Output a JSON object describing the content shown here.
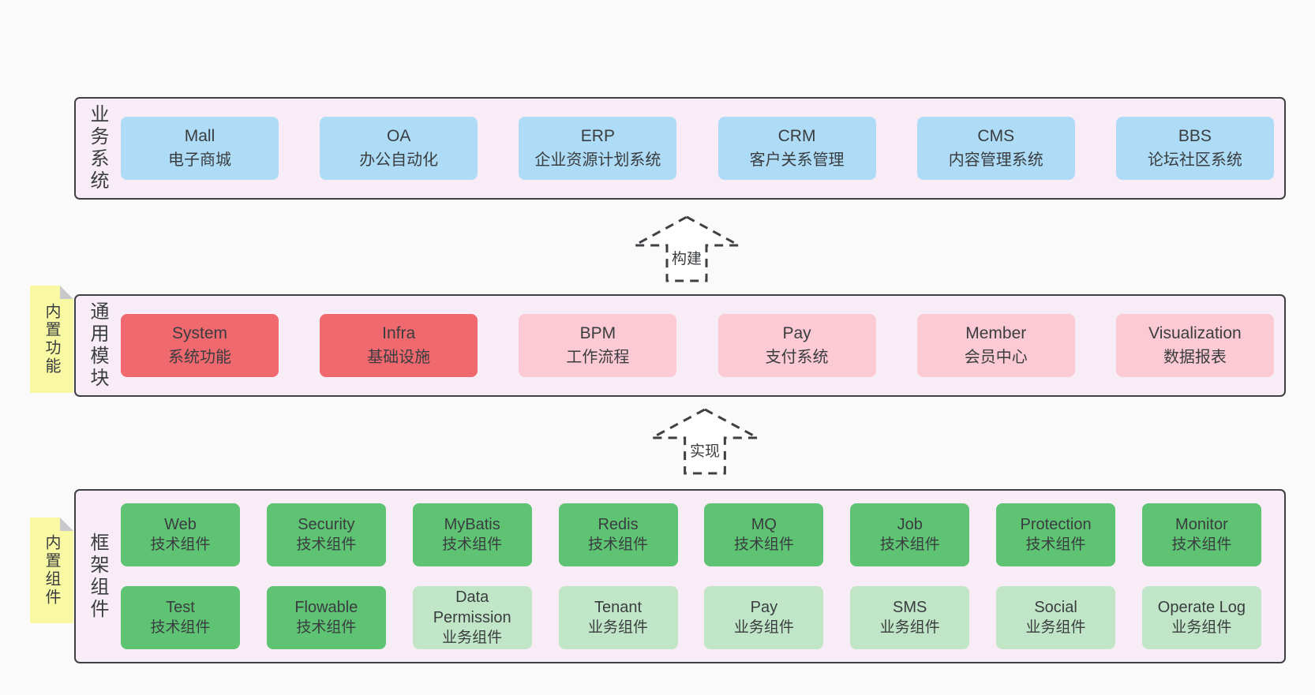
{
  "diagram": {
    "colors": {
      "container_bg": "#f8edf6",
      "line": "#3e4043",
      "text": "#3a3d40",
      "blue": "#aedcf6",
      "red": "#f0696f",
      "pink": "#fccad5",
      "green": "#5ec373",
      "light_green": "#c1e6c7",
      "yellow": "#f8f9a2",
      "fold": "#c9c9cd",
      "arrow_fill": "#ffffff"
    },
    "layers": [
      {
        "key": "business-systems",
        "side_label": "业务系统",
        "sticky_note": null,
        "rows": [
          [
            {
              "title": "Mall",
              "subtitle": "电子商城",
              "variant": "blue"
            },
            {
              "title": "OA",
              "subtitle": "办公自动化",
              "variant": "blue"
            },
            {
              "title": "ERP",
              "subtitle": "企业资源计划系统",
              "variant": "blue"
            },
            {
              "title": "CRM",
              "subtitle": "客户关系管理",
              "variant": "blue"
            },
            {
              "title": "CMS",
              "subtitle": "内容管理系统",
              "variant": "blue"
            },
            {
              "title": "BBS",
              "subtitle": "论坛社区系统",
              "variant": "blue"
            }
          ]
        ]
      },
      {
        "key": "common-modules",
        "side_label": "通用模块",
        "sticky_note": "内置功能",
        "rows": [
          [
            {
              "title": "System",
              "subtitle": "系统功能",
              "variant": "red"
            },
            {
              "title": "Infra",
              "subtitle": "基础设施",
              "variant": "red"
            },
            {
              "title": "BPM",
              "subtitle": "工作流程",
              "variant": "pink"
            },
            {
              "title": "Pay",
              "subtitle": "支付系统",
              "variant": "pink"
            },
            {
              "title": "Member",
              "subtitle": "会员中心",
              "variant": "pink"
            },
            {
              "title": "Visualization",
              "subtitle": "数据报表",
              "variant": "pink"
            }
          ]
        ]
      },
      {
        "key": "framework-components",
        "side_label": "框架组件",
        "sticky_note": "内置组件",
        "rows": [
          [
            {
              "title": "Web",
              "subtitle": "技术组件",
              "variant": "green"
            },
            {
              "title": "Security",
              "subtitle": "技术组件",
              "variant": "green"
            },
            {
              "title": "MyBatis",
              "subtitle": "技术组件",
              "variant": "green"
            },
            {
              "title": "Redis",
              "subtitle": "技术组件",
              "variant": "green"
            },
            {
              "title": "MQ",
              "subtitle": "技术组件",
              "variant": "green"
            },
            {
              "title": "Job",
              "subtitle": "技术组件",
              "variant": "green"
            },
            {
              "title": "Protection",
              "subtitle": "技术组件",
              "variant": "green"
            },
            {
              "title": "Monitor",
              "subtitle": "技术组件",
              "variant": "green"
            }
          ],
          [
            {
              "title": "Test",
              "subtitle": "技术组件",
              "variant": "green"
            },
            {
              "title": "Flowable",
              "subtitle": "技术组件",
              "variant": "green"
            },
            {
              "title": "Data Permission",
              "subtitle": "业务组件",
              "variant": "light-green"
            },
            {
              "title": "Tenant",
              "subtitle": "业务组件",
              "variant": "light-green"
            },
            {
              "title": "Pay",
              "subtitle": "业务组件",
              "variant": "light-green"
            },
            {
              "title": "SMS",
              "subtitle": "业务组件",
              "variant": "light-green"
            },
            {
              "title": "Social",
              "subtitle": "业务组件",
              "variant": "light-green"
            },
            {
              "title": "Operate Log",
              "subtitle": "业务组件",
              "variant": "light-green"
            }
          ]
        ]
      }
    ],
    "arrows": [
      {
        "label": "构建"
      },
      {
        "label": "实现"
      }
    ]
  }
}
